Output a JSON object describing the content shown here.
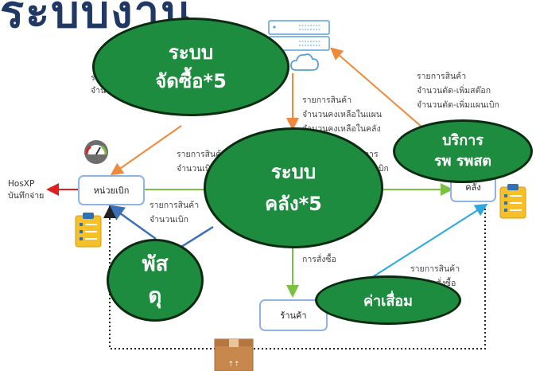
{
  "title_fragment": "ระบบงาน",
  "nodes": {
    "unit": "หน่วยเบิก",
    "store": "ร้านค้า",
    "warehouse": "คลัง"
  },
  "external": {
    "hosxp_line1": "HosXP",
    "hosxp_line2": "บันทึกจ่าย"
  },
  "edge_labels": {
    "top_left_1": "ร",
    "top_left_2": "จำน",
    "server_to_warehouse": [
      "รายการสินค้า",
      "จำนวนคงเหลือในแผน",
      "จำนวนคงเหลือในคลัง"
    ],
    "warehouse_to_server": [
      "รายการสินค้า",
      "จำนวนตัด-เพิ่มสต๊อก",
      "จำนวนตัด-เพิ่มแผนเบิก"
    ],
    "warehouse_to_unit": [
      "รายการสินค้า",
      "จำนวนเบิก"
    ],
    "unit_to_warehouse": [
      "รายการสินค้า",
      "จำนวนเบิก"
    ],
    "center_right": [
      "รายการ",
      "จำนวนเบิก"
    ],
    "store_label": "การสั่งซื้อ",
    "store_to_warehouse": [
      "รายการสินค้า",
      "จำนวนสั่งซื้อ"
    ]
  },
  "ellipses": {
    "procurement": [
      "ระบบ",
      "จัดซื้อ*5"
    ],
    "warehouse": [
      "ระบบ",
      "คลัง*5"
    ],
    "service": [
      "บริการ",
      "รพ รพสต"
    ],
    "supplies": [
      "พัส",
      "ดุ"
    ],
    "depreciation": "ค่าเสื่อม"
  },
  "colors": {
    "ellipse_fill": "#1e8c3f",
    "orange_arrow": "#ef8a3c",
    "green_arrow": "#7ac142",
    "blue_arrow": "#3b6fb6",
    "cyan_arrow": "#29a8e0",
    "red_arrow": "#e02020",
    "box_border": "#8fb4e3"
  },
  "icons": [
    "server-cloud-icon",
    "gauge-icon",
    "clipboard-icon",
    "clipboard-icon",
    "package-box-icon"
  ]
}
